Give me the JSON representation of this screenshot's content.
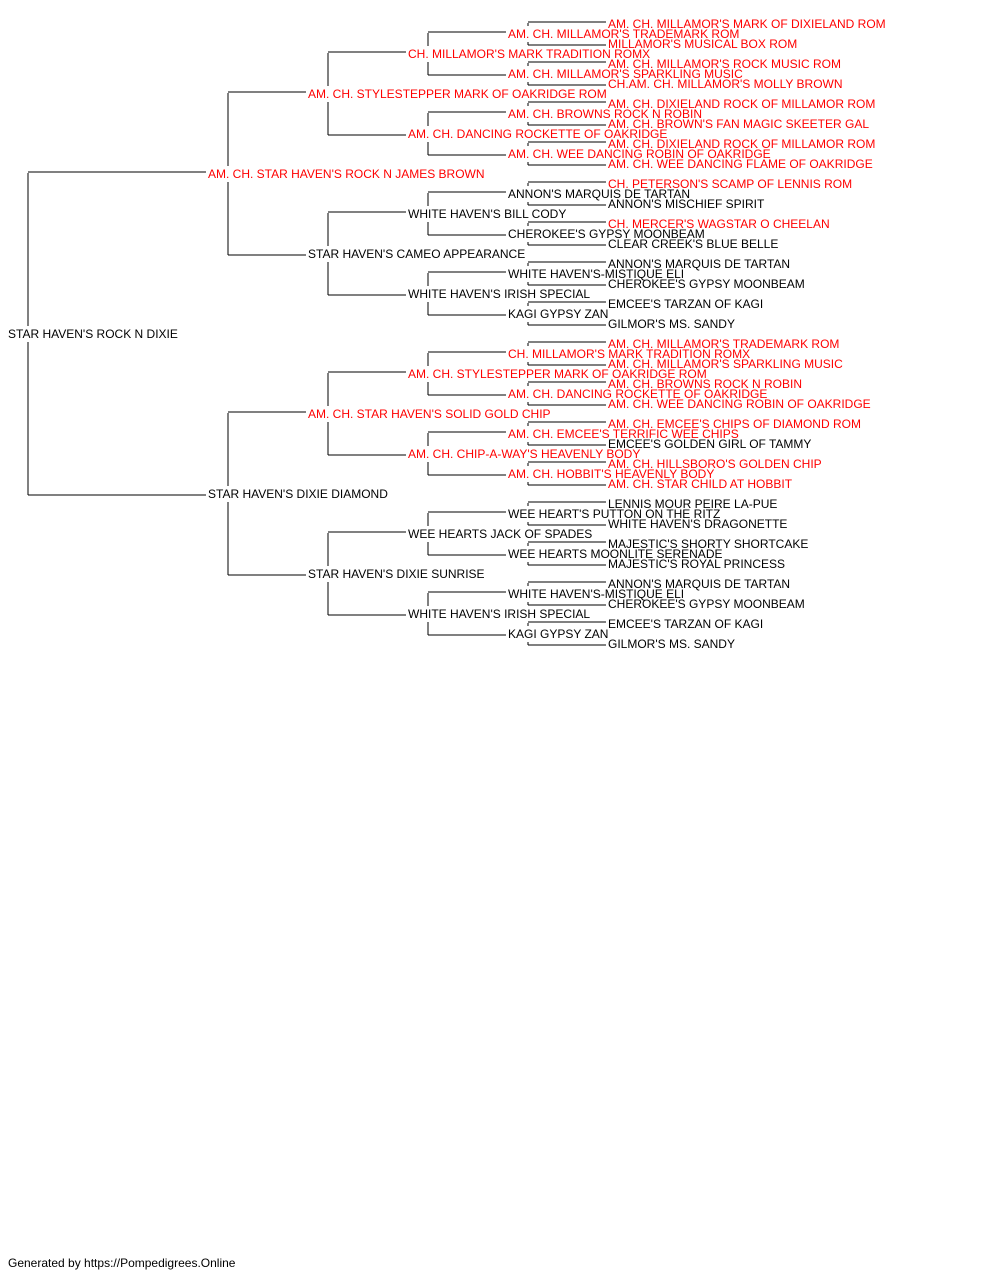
{
  "colors": {
    "champion": "#ff0000",
    "normal": "#000000",
    "line": "#000000"
  },
  "pedigree": {
    "subject": {
      "name": "STAR HAVEN'S ROCK N DIXIE",
      "champion": false
    },
    "sire": {
      "name": "AM. CH. STAR HAVEN'S ROCK N JAMES BROWN",
      "champion": true
    },
    "dam": {
      "name": "STAR HAVEN'S DIXIE DIAMOND",
      "champion": false
    },
    "generation_3": [
      {
        "name": "AM. CH. STYLESTEPPER MARK OF OAKRIDGE ROM",
        "champion": true
      },
      {
        "name": "STAR HAVEN'S CAMEO APPEARANCE",
        "champion": false
      },
      {
        "name": "AM. CH. STAR HAVEN'S SOLID GOLD CHIP",
        "champion": true
      },
      {
        "name": "STAR HAVEN'S DIXIE SUNRISE",
        "champion": false
      }
    ],
    "generation_4": [
      {
        "name": "CH. MILLAMOR'S MARK TRADITION ROMX",
        "champion": true
      },
      {
        "name": "AM. CH. DANCING ROCKETTE OF OAKRIDGE",
        "champion": true
      },
      {
        "name": "WHITE HAVEN'S BILL CODY",
        "champion": false
      },
      {
        "name": "WHITE HAVEN'S IRISH SPECIAL",
        "champion": false
      },
      {
        "name": "AM. CH. STYLESTEPPER MARK OF OAKRIDGE ROM",
        "champion": true
      },
      {
        "name": "AM. CH. CHIP-A-WAY'S HEAVENLY BODY",
        "champion": true
      },
      {
        "name": "WEE HEARTS JACK OF SPADES",
        "champion": false
      },
      {
        "name": "WHITE HAVEN'S IRISH SPECIAL",
        "champion": false
      }
    ],
    "generation_5": [
      {
        "name": "AM. CH. MILLAMOR'S TRADEMARK ROM",
        "champion": true
      },
      {
        "name": "AM. CH. MILLAMOR'S SPARKLING MUSIC",
        "champion": true
      },
      {
        "name": "AM. CH. BROWNS ROCK N ROBIN",
        "champion": true
      },
      {
        "name": "AM. CH. WEE DANCING ROBIN OF OAKRIDGE",
        "champion": true
      },
      {
        "name": "ANNON'S MARQUIS DE TARTAN",
        "champion": false
      },
      {
        "name": "CHEROKEE'S GYPSY MOONBEAM",
        "champion": false
      },
      {
        "name": "WHITE HAVEN'S-MISTIQUE ELI",
        "champion": false
      },
      {
        "name": "KAGI GYPSY ZAN",
        "champion": false
      },
      {
        "name": "CH. MILLAMOR'S MARK TRADITION ROMX",
        "champion": true
      },
      {
        "name": "AM. CH. DANCING ROCKETTE OF OAKRIDGE",
        "champion": true
      },
      {
        "name": "AM. CH. EMCEE'S TERRIFIC WEE CHIPS",
        "champion": true
      },
      {
        "name": "AM. CH. HOBBIT'S HEAVENLY BODY",
        "champion": true
      },
      {
        "name": "WEE HEART'S PUTTON ON THE RITZ",
        "champion": false
      },
      {
        "name": "WEE HEARTS MOONLITE SERENADE",
        "champion": false
      },
      {
        "name": "WHITE HAVEN'S-MISTIQUE ELI",
        "champion": false
      },
      {
        "name": "KAGI GYPSY ZAN",
        "champion": false
      }
    ],
    "generation_6": [
      {
        "name": "AM. CH. MILLAMOR'S MARK OF DIXIELAND ROM",
        "champion": true
      },
      {
        "name": "MILLAMOR'S MUSICAL BOX ROM",
        "champion": true
      },
      {
        "name": "AM. CH. MILLAMOR'S ROCK MUSIC ROM",
        "champion": true
      },
      {
        "name": "CH.AM. CH. MILLAMOR'S MOLLY BROWN",
        "champion": true
      },
      {
        "name": "AM. CH. DIXIELAND ROCK OF MILLAMOR ROM",
        "champion": true
      },
      {
        "name": "AM. CH. BROWN'S FAN MAGIC SKEETER GAL",
        "champion": true
      },
      {
        "name": "AM. CH. DIXIELAND ROCK OF MILLAMOR ROM",
        "champion": true
      },
      {
        "name": "AM. CH. WEE DANCING FLAME OF OAKRIDGE",
        "champion": true
      },
      {
        "name": "CH. PETERSON'S SCAMP OF LENNIS ROM",
        "champion": true
      },
      {
        "name": "ANNON'S MISCHIEF SPIRIT",
        "champion": false
      },
      {
        "name": "CH. MERCER'S WAGSTAR O CHEELAN",
        "champion": true
      },
      {
        "name": "CLEAR CREEK'S BLUE BELLE",
        "champion": false
      },
      {
        "name": "ANNON'S MARQUIS DE TARTAN",
        "champion": false
      },
      {
        "name": "CHEROKEE'S GYPSY MOONBEAM",
        "champion": false
      },
      {
        "name": "EMCEE'S TARZAN OF KAGI",
        "champion": false
      },
      {
        "name": "GILMOR'S MS. SANDY",
        "champion": false
      },
      {
        "name": "AM. CH. MILLAMOR'S TRADEMARK ROM",
        "champion": true
      },
      {
        "name": "AM. CH. MILLAMOR'S SPARKLING MUSIC",
        "champion": true
      },
      {
        "name": "AM. CH. BROWNS ROCK N ROBIN",
        "champion": true
      },
      {
        "name": "AM. CH. WEE DANCING ROBIN OF OAKRIDGE",
        "champion": true
      },
      {
        "name": "AM. CH. EMCEE'S CHIPS OF DIAMOND ROM",
        "champion": true
      },
      {
        "name": "EMCEE'S GOLDEN GIRL OF TAMMY",
        "champion": false
      },
      {
        "name": "AM. CH. HILLSBORO'S GOLDEN CHIP",
        "champion": true
      },
      {
        "name": "AM. CH. STAR CHILD AT HOBBIT",
        "champion": true
      },
      {
        "name": "LENNIS MOUR PEIRE LA-PUE",
        "champion": false
      },
      {
        "name": "WHITE HAVEN'S DRAGONETTE",
        "champion": false
      },
      {
        "name": "MAJESTIC'S SHORTY SHORTCAKE",
        "champion": false
      },
      {
        "name": "MAJESTIC'S ROYAL PRINCESS",
        "champion": false
      },
      {
        "name": "ANNON'S MARQUIS DE TARTAN",
        "champion": false
      },
      {
        "name": "CHEROKEE'S GYPSY MOONBEAM",
        "champion": false
      },
      {
        "name": "EMCEE'S TARZAN OF KAGI",
        "champion": false
      },
      {
        "name": "GILMOR'S MS. SANDY",
        "champion": false
      }
    ]
  },
  "footer": {
    "text": "Generated by https://Pompedigrees.Online"
  }
}
